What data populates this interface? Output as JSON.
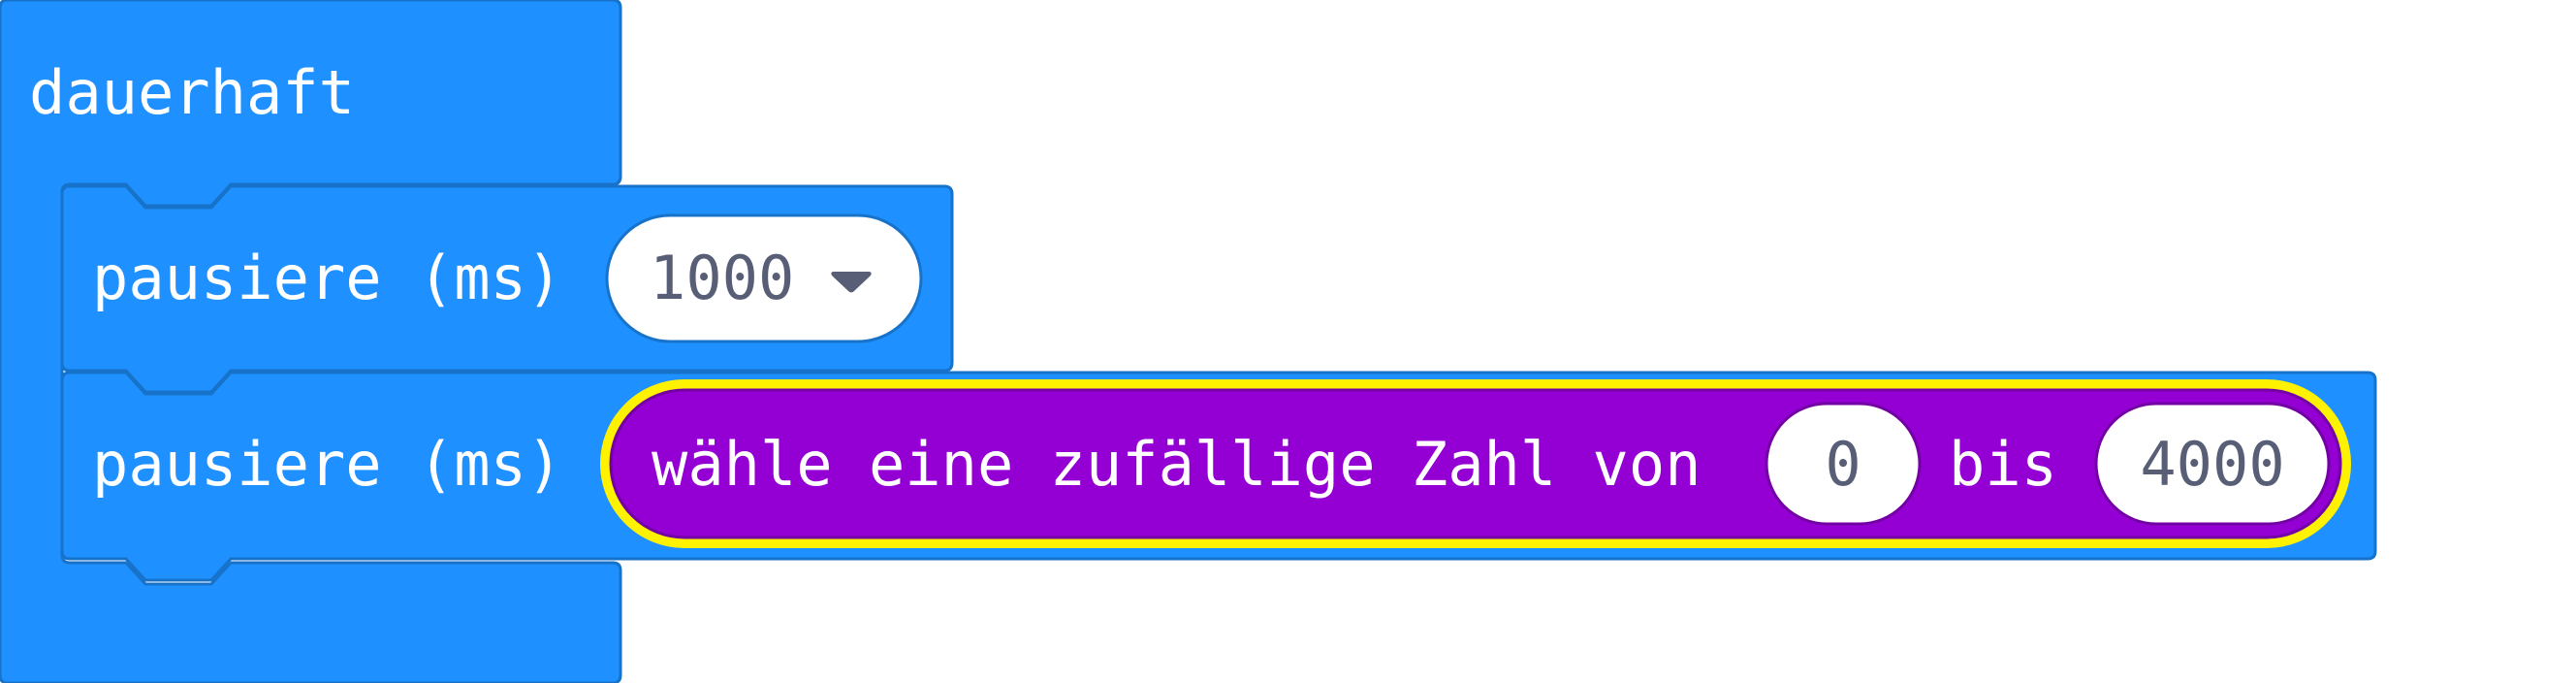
{
  "colors": {
    "loops_block": "#1E90FF",
    "loops_border": "#1773C9",
    "math_block": "#9400D3",
    "math_border": "#7300A5",
    "selection_highlight": "#FFF200",
    "field_bg": "#FFFFFF",
    "field_text": "#575E75"
  },
  "forever_block": {
    "label": "dauerhaft",
    "icon": "c-block-mouth"
  },
  "pause_block_1": {
    "label": "pausiere (ms)",
    "value": "1000",
    "dropdown_icon": "triangle-down-icon"
  },
  "pause_block_2": {
    "label": "pausiere (ms)"
  },
  "random_block": {
    "label_prefix": "wähle eine zufällige Zahl von",
    "from": "0",
    "label_mid": "bis",
    "to": "4000"
  }
}
